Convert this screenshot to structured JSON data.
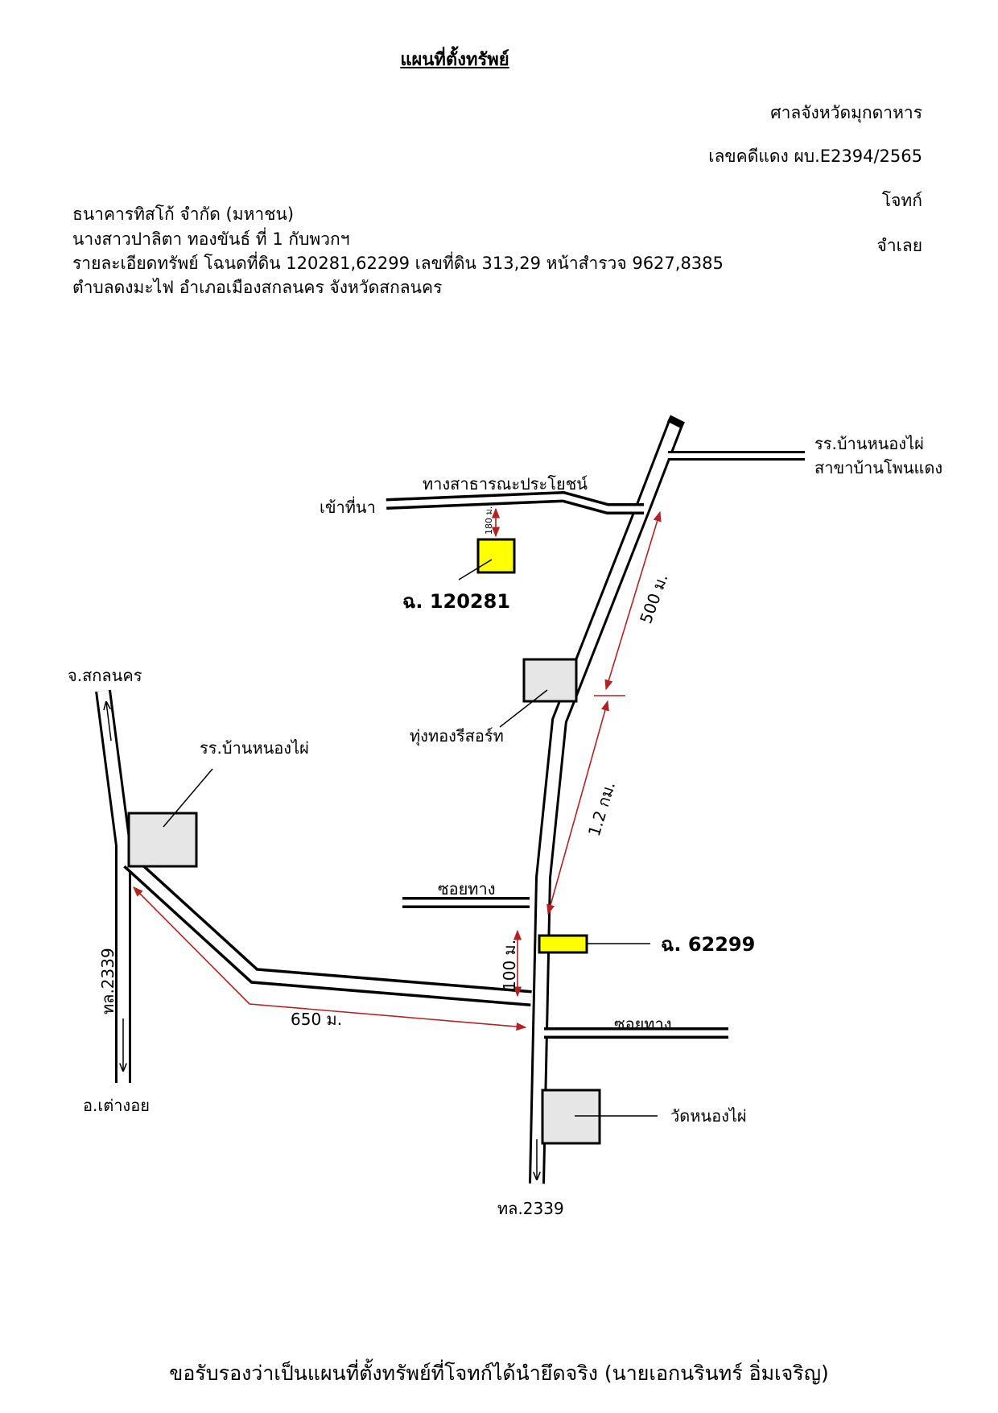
{
  "header": {
    "title": "แผนที่ตั้งทรัพย์",
    "court": "ศาลจังหวัดมุกดาหาร",
    "case_number": "เลขคดีแดง ผบ.E2394/2565",
    "plaintiff_role": "โจทก์",
    "defendant_role": "จำเลย"
  },
  "parties": {
    "plaintiff": "ธนาคารทิสโก้ จำกัด (มหาชน)",
    "defendant": "นางสาวปาลิตา  ทองขันธ์ ที่ 1 กับพวกฯ",
    "property_details": "รายละเอียดทรัพย์ โฉนดที่ดิน 120281,62299 เลขที่ดิน 313,29 หน้าสำรวจ 9627,8385",
    "location": "ตำบลดงมะไฟ  อำเภอเมืองสกลนคร  จังหวัดสกลนคร"
  },
  "map": {
    "school_top_line1": "รร.บ้านหนองไผ่",
    "school_top_line2": "สาขาบ้านโพนแดง",
    "public_road": "ทางสาธารณะประโยชน์",
    "to_field": "เข้าที่นา",
    "dist_180": "180 ม.",
    "plot_1": "ฉ. 120281",
    "dist_500": "500 ม.",
    "resort": "ทุ่งทองรีสอร์ท",
    "to_sakon": "จ.สกลนคร",
    "school_left": "รร.บ้านหนองไผ่",
    "dist_1_2": "1.2 กม.",
    "soi_upper": "ซอยทาง",
    "plot_2": "ฉ. 62299",
    "dist_100": "100 ม.",
    "highway_left": "ทล.2339",
    "dist_650": "650 ม.",
    "soi_lower": "ซอยทาง",
    "temple": "วัดหนองไผ่",
    "to_tao_ngoi": "อ.เต่างอย",
    "highway_bottom": "ทล.2339",
    "colors": {
      "plot": "#ffff00",
      "building": "#e6e6e6",
      "measure": "#b22222"
    }
  },
  "footer": {
    "certification": "ขอรับรองว่าเป็นแผนที่ตั้งทรัพย์ที่โจทก์ได้นำยึดจริง (นายเอกนรินทร์ อิ่มเจริญ)"
  }
}
